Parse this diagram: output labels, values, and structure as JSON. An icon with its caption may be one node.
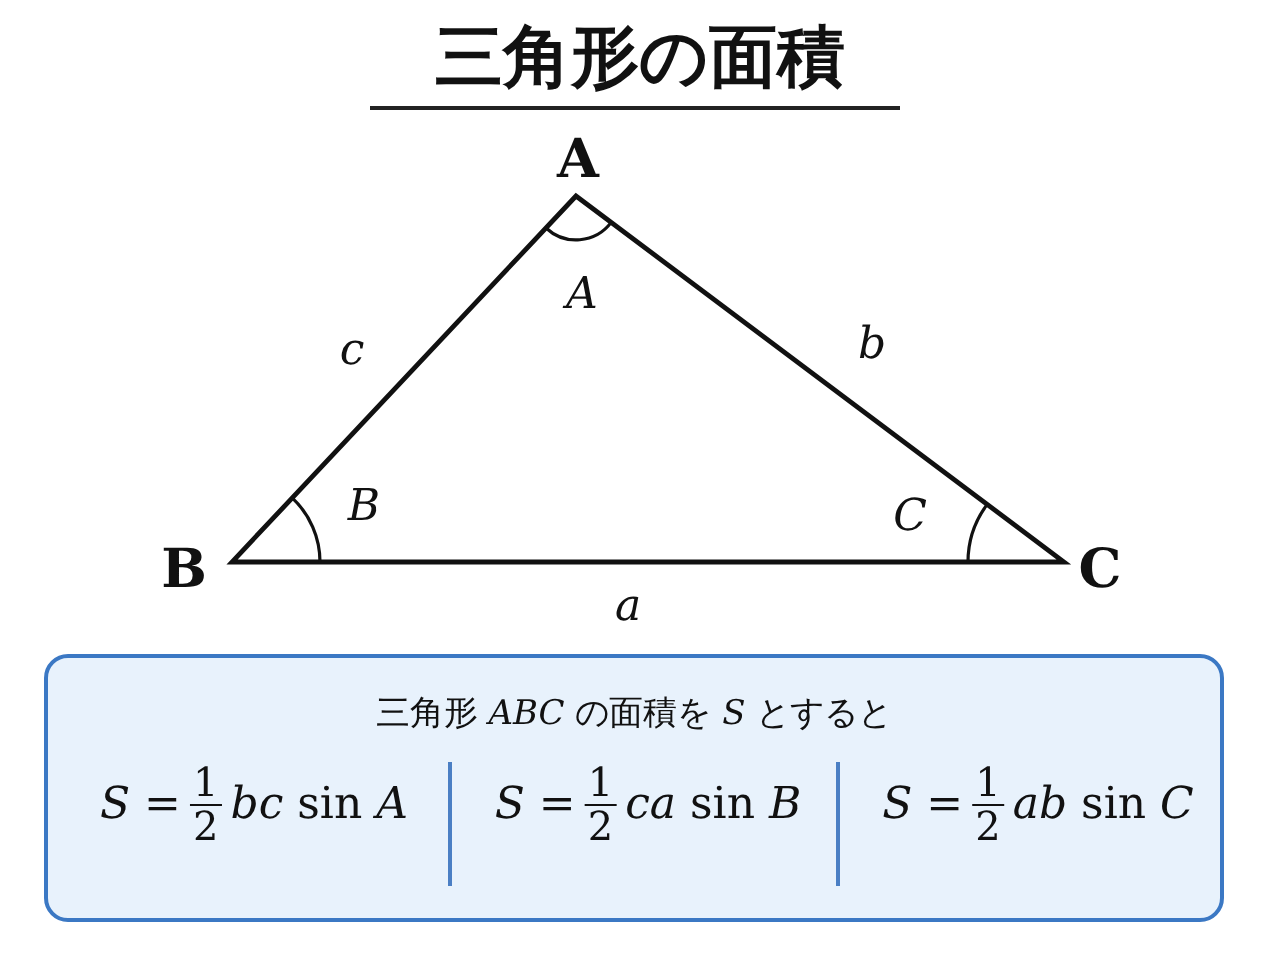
{
  "diagram": {
    "title": "三角形の面積",
    "nodes": [
      {
        "text": [
          "三角形 *ABC* の面積を *S* とすると",
          "*S* =",
          "1",
          "2",
          "*bc* sin *A*",
          "*S* =",
          "1",
          "2",
          "*ca* sin *B*",
          "*S* =",
          "1",
          "2",
          "*ab* sin *C*"
        ]
      }
    ],
    "labels": [
      "A",
      "B",
      "C",
      "A",
      "B",
      "C",
      "a",
      "b",
      "c"
    ]
  }
}
